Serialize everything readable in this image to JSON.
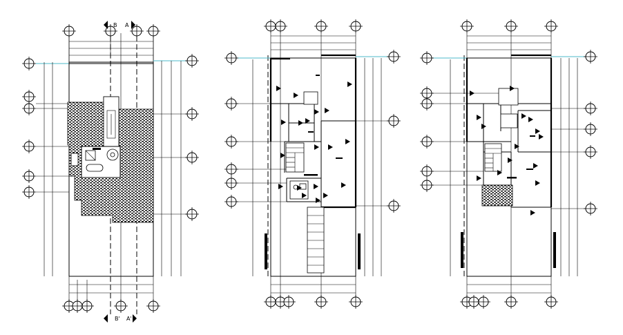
{
  "sections": {
    "top": {
      "b": "B",
      "a": "A"
    },
    "bottom": {
      "b": "B'",
      "a": "A'"
    }
  },
  "colors": {
    "line": "#000000",
    "axis": "#4bb8c8",
    "background": "#ffffff"
  },
  "icons": [
    "grid-bubble-icon",
    "level-marker-icon",
    "section-marker-icon",
    "stair-icon",
    "hatch-pattern"
  ]
}
